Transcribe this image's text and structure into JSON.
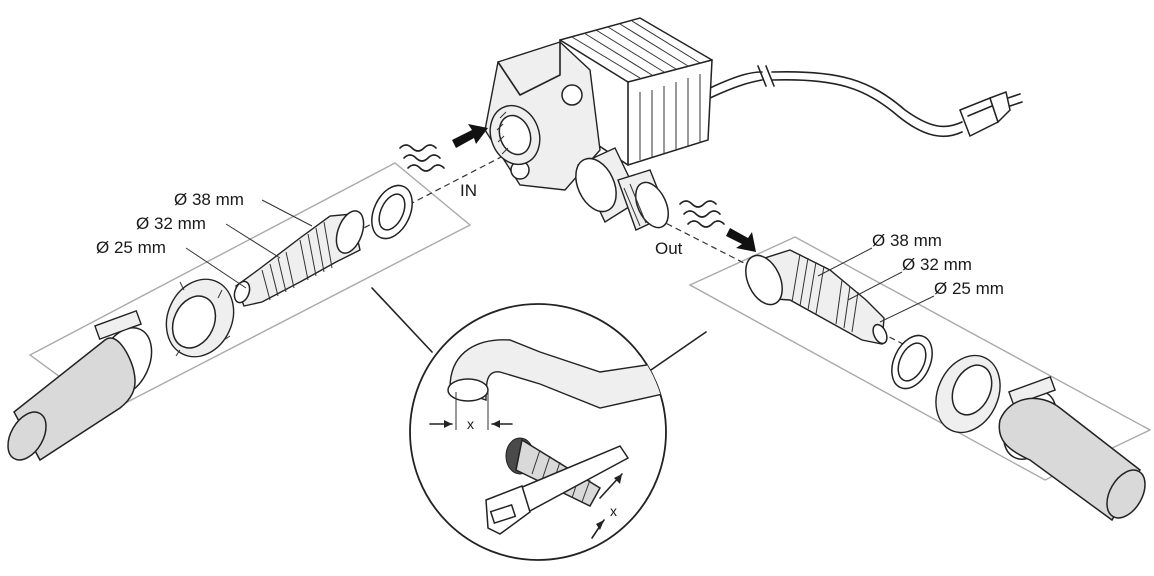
{
  "labels": {
    "inlet": "IN",
    "outlet": "Out",
    "left_d38": "Ø 38 mm",
    "left_d32": "Ø 32 mm",
    "left_d25": "Ø 25 mm",
    "right_d38": "Ø 38 mm",
    "right_d32": "Ø 32 mm",
    "right_d25": "Ø 25 mm",
    "measure_x_top": "x",
    "measure_x_bottom": "x"
  },
  "icons": {
    "pump": "pump-motor-icon",
    "plug": "power-plug-icon",
    "water_flow": "water-wave-icon",
    "flow_arrow": "arrow-icon",
    "hose": "hose-icon",
    "clamp": "hose-clamp-icon",
    "union_nut": "union-nut-icon",
    "seal": "seal-ring-icon",
    "stepped_connector": "stepped-hose-connector-icon",
    "knife": "cutting-knife-icon"
  }
}
